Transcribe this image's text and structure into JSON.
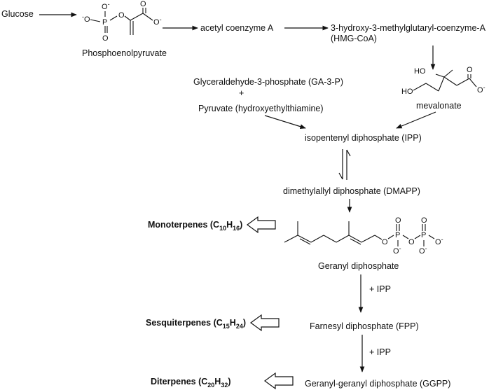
{
  "labels": {
    "glucose": "Glucose",
    "pep": "Phosphoenolpyruvate",
    "acetyl_coa": "acetyl coenzyme A",
    "hmg_line1": "3-hydroxy-3-methylglutaryl-coenzyme-A",
    "hmg_line2": "(HMG-CoA)",
    "mevalonate": "mevalonate",
    "ga3p": "Glyceraldehyde-3-phosphate (GA-3-P)",
    "plus": "+",
    "pyruvate": "Pyruvate (hydroxyethylthiamine)",
    "ipp": "isopentenyl diphosphate (IPP)",
    "dmapp": "dimethylallyl diphosphate (DMAPP)",
    "gpp": "Geranyl diphosphate",
    "plus_ipp_1": "+ IPP",
    "fpp": "Farnesyl diphosphate (FPP)",
    "plus_ipp_2": "+ IPP",
    "ggpp": "Geranyl-geranyl diphosphate (GGPP)"
  },
  "terpenes": {
    "mono": {
      "name": "Monoterpenes (C",
      "c": "10",
      "h_sep": "H",
      "h": "16",
      "close": ")"
    },
    "sesqui": {
      "name": "Sesquiterpenes (C",
      "c": "15",
      "h_sep": "H",
      "h": "24",
      "close": ")"
    },
    "di": {
      "name": "Diterpenes (C",
      "c": "20",
      "h_sep": "H",
      "h": "32",
      "close": ")"
    }
  },
  "atoms": {
    "O": "O",
    "P": "P",
    "OH": "HO",
    "neg": "-"
  }
}
